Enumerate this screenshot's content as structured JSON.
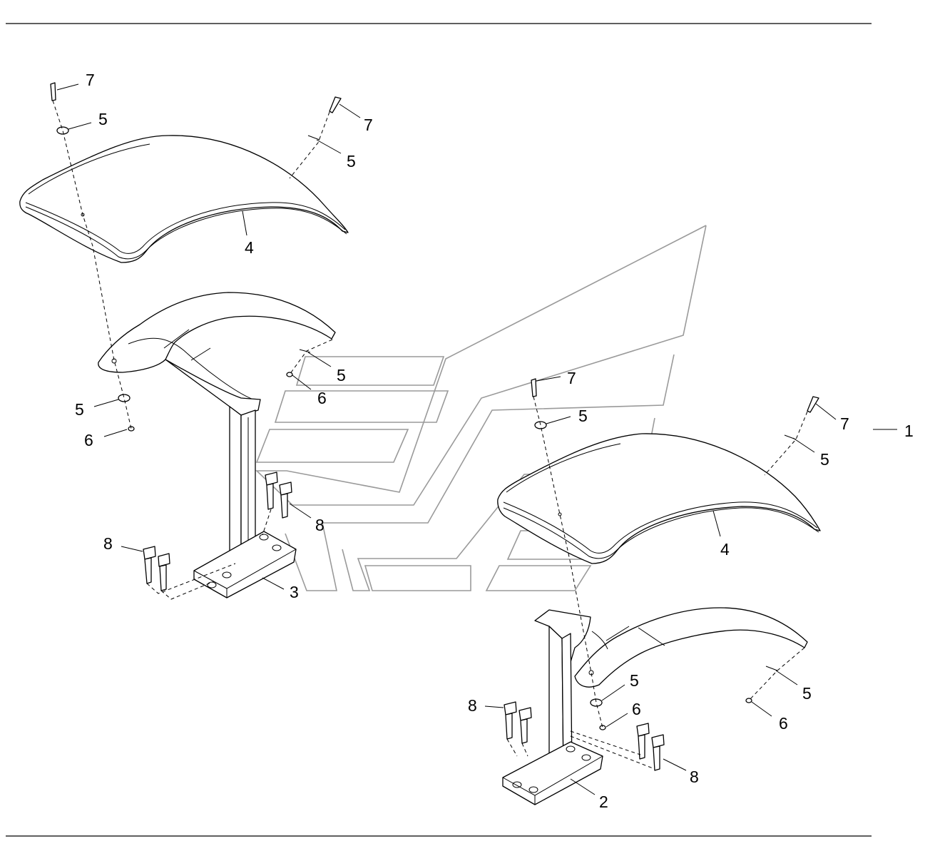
{
  "callouts": {
    "c1": "1",
    "c2": "2",
    "c3": "3",
    "c4_left": "4",
    "c4_right": "4",
    "c5_l_top": "5",
    "c5_l_topright": "5",
    "c5_l_brace": "5",
    "c5_l_washer": "5",
    "c5_r_top": "5",
    "c5_r_topright": "5",
    "c5_r_washer": "5",
    "c5_r_brace": "5",
    "c6_l_left": "6",
    "c6_l_right": "6",
    "c6_r_mid": "6",
    "c6_r_right": "6",
    "c7_l_top": "7",
    "c7_l_topright": "7",
    "c7_r_top": "7",
    "c7_r_topright": "7",
    "c8_l_left": "8",
    "c8_l_right": "8",
    "c8_r_left": "8",
    "c8_r_right": "8"
  },
  "colors": {
    "line": "#000000",
    "watermark": "#9a9a9a",
    "background": "#ffffff"
  }
}
